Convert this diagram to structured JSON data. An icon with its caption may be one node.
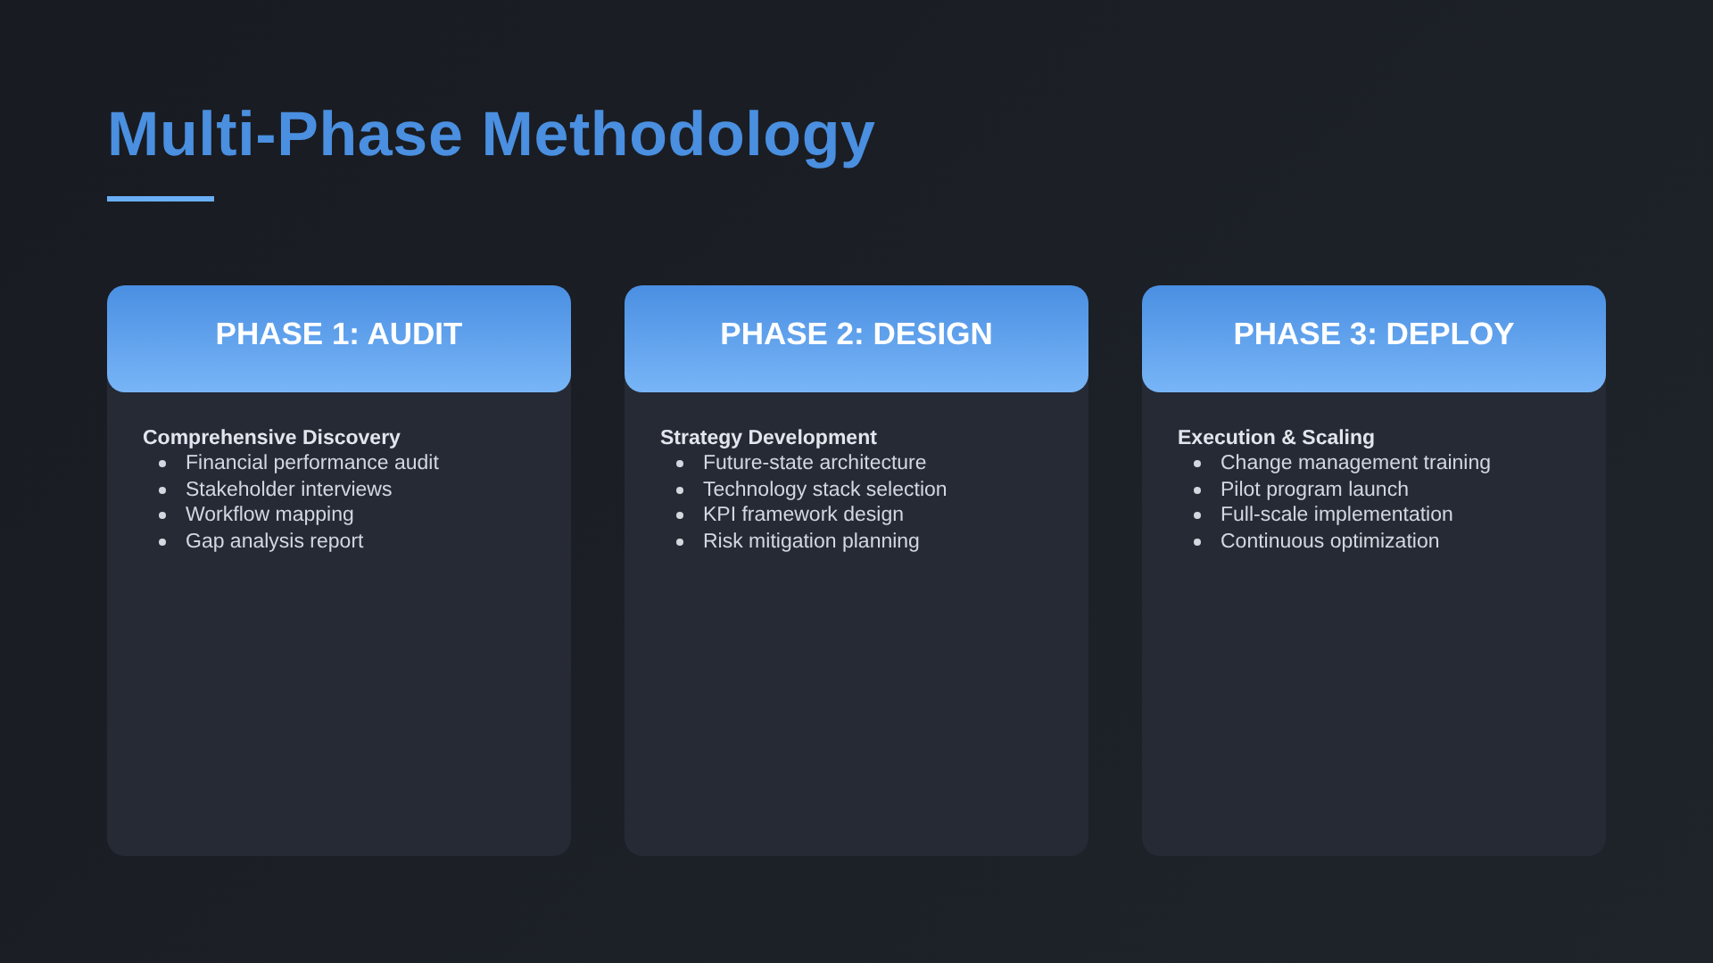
{
  "diagram": {
    "title": "Multi-Phase Methodology",
    "nodes": [
      {
        "text": [
          "Comprehensive Discovery",
          "Financial performance audit",
          "Stakeholder interviews",
          "Workflow mapping",
          "Gap analysis report"
        ]
      },
      {
        "text": [
          "PHASE 1: AUDIT"
        ],
        "in": 0
      },
      {
        "text": [
          "Strategy Development",
          "Future-state architecture",
          "Technology stack selection",
          "KPI framework design",
          "Risk mitigation planning"
        ]
      },
      {
        "text": [
          "PHASE 2: DESIGN"
        ],
        "in": 2
      },
      {
        "text": [
          "Execution & Scaling",
          "Change management training",
          "Pilot program launch",
          "Full-scale implementation",
          "Continuous optimization"
        ]
      },
      {
        "text": [
          "PHASE 3: DEPLOY"
        ],
        "in": 4
      }
    ],
    "edges": []
  }
}
